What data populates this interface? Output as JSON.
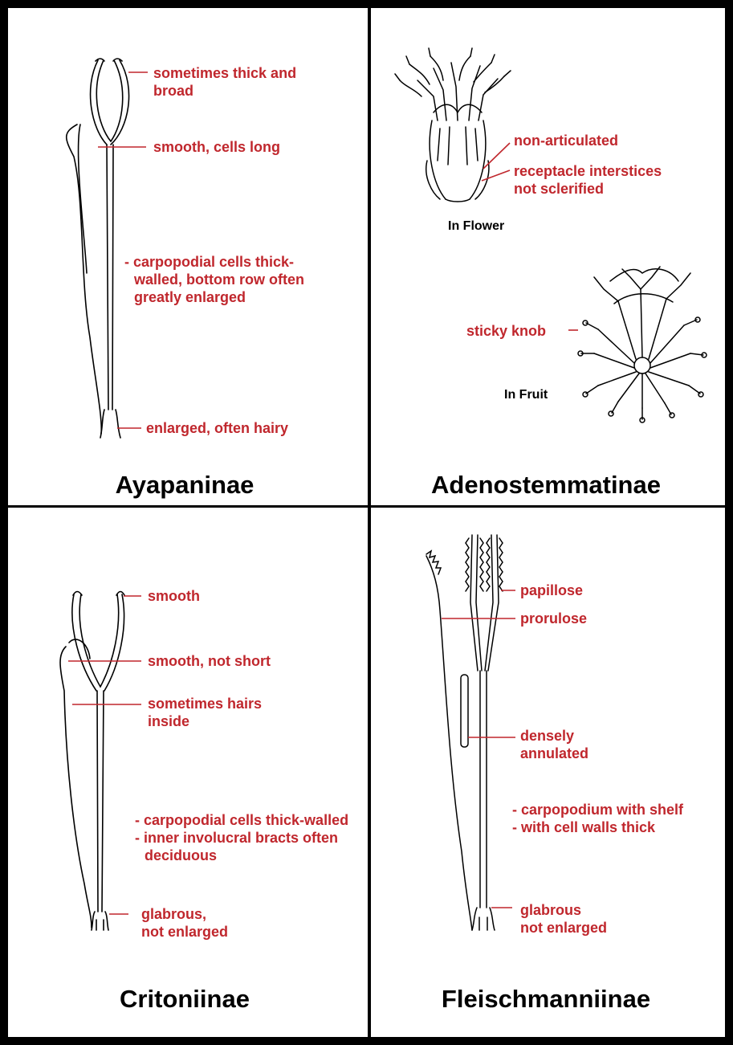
{
  "colors": {
    "label": "#c0272d",
    "lines": "#000000",
    "background": "#ffffff"
  },
  "panels": {
    "ayapaninae": {
      "title": "Ayapaninae",
      "labels": {
        "thick_broad_1": "sometimes thick and",
        "thick_broad_2": "broad",
        "smooth_cells_long": "smooth, cells long",
        "carpo_1": "- carpopodial cells thick-",
        "carpo_2": "walled, bottom row often",
        "carpo_3": "greatly enlarged",
        "enlarged": "enlarged, often hairy"
      }
    },
    "adenostemmatinae": {
      "title": "Adenostemmatinae",
      "labels": {
        "non_articulated": "non-articulated",
        "receptacle_1": "receptacle interstices",
        "receptacle_2": "not sclerified",
        "in_flower": "In Flower",
        "sticky_knob": "sticky knob",
        "in_fruit": "In Fruit"
      }
    },
    "critoniinae": {
      "title": "Critoniinae",
      "labels": {
        "smooth": "smooth",
        "smooth_not_short": "smooth, not short",
        "hairs_1": "sometimes hairs",
        "hairs_2": "inside",
        "carpo_1": "- carpopodial cells thick-walled",
        "carpo_2": "- inner involucral bracts often",
        "carpo_3": "deciduous",
        "glabrous_1": "glabrous,",
        "glabrous_2": "not enlarged"
      }
    },
    "fleischmanniinae": {
      "title": "Fleischmanniinae",
      "labels": {
        "papillose": "papillose",
        "prorulose": "prorulose",
        "densely_1": "densely",
        "densely_2": "annulated",
        "carpo_1": "- carpopodium with shelf",
        "carpo_2": "- with cell walls thick",
        "glabrous_1": "glabrous",
        "glabrous_2": "not enlarged"
      }
    }
  }
}
